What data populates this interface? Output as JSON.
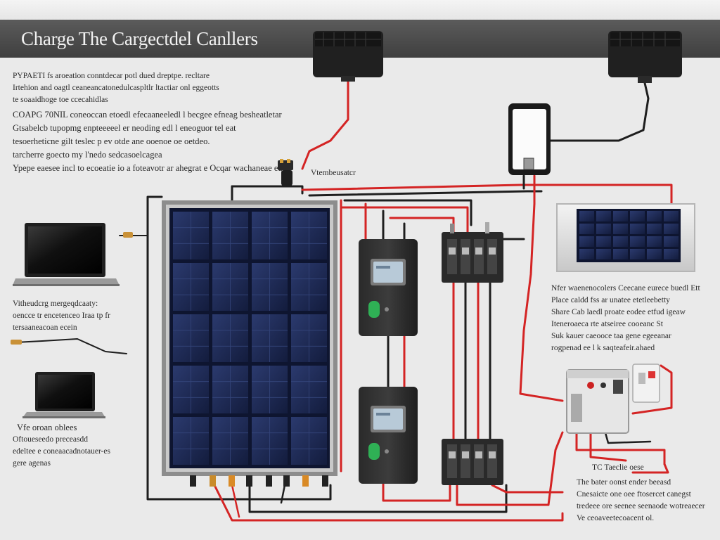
{
  "header": {
    "title": "Charge The Cargectdel Canllers"
  },
  "text_blocks": {
    "intro_1": [
      "PYPAETI fs aroeation conntdecar potl dued dreptpe. recltare",
      "Irtehion and oagtl ceaneancatonedulcaspltlr ltactiar onl eggeotts",
      "te soaaidhoge toe ccecahidlas"
    ],
    "intro_2": [
      "COAPG 70NIL coneoccan etoedl efecaaneeledl l becgee efneag besheatletar",
      "Gtsabelcb tupopmg enpteeeeel er neoding edl l eneoguor tel eat",
      "tesoerheticne gilt teslec p ev otde ane ooenoe oe oetdeo.",
      "tarcherre goecto my l'nedo sedcasoelcagea",
      "Ypepe eaesee incl to ecoeatie io a foteavotr ar ahegrat e Ocqar wachaneae ed"
    ],
    "inverter_label": "Vtembeusatcr",
    "laptop_desc": [
      "Vitheudcrg mergeqdcaaty:",
      "oencce tr encetenceo Iraa tp fr",
      "tersaaneacoan ecein"
    ],
    "phone_device_desc": [
      "Vfe oroan oblees",
      "Oftoueseedo preceasdd",
      "edeltee e coneaacadnotauer-es",
      "gere agenas"
    ],
    "panel_desc": [
      "Nfer waenenocolers Ceecane eurece buedl Ett",
      "Place caldd fss ar unatee etetleebetty",
      "Share Cab laedl proate eodee etfud igeaw",
      "Iteneroaeca rte atseiree cooeanc St",
      "Suk kauer caeooce taa gene egeeanar",
      "rogpenad ee l k saqteafeir.ahaed"
    ],
    "controller_tag": "TC Taeclie oese",
    "bottom_right_desc": [
      "The bater oonst ender beeasd",
      "Cnesaicte one oee ftosercet canegst",
      "tredeee ore seenee seenaode wotreaecer",
      "Ve ceoaveetecoacent ol."
    ]
  },
  "colors": {
    "wire_red": "#d42424",
    "wire_black": "#1e1e1e",
    "panel_cell": "#1d2a55",
    "panel_frame": "#8d8d8d",
    "title_bar": "#4a4a4a",
    "lcd": "#b8cad8",
    "button_green": "#2fb055"
  },
  "icons": {
    "top_panel_left": "solar-panel-icon",
    "top_panel_right": "solar-panel-icon",
    "phone": "smartphone-icon",
    "laptop_1": "laptop-icon",
    "laptop_2": "laptop-icon",
    "charge_controller": "charge-controller-icon",
    "breaker": "breaker-block-icon",
    "inverter": "inverter-box-icon"
  }
}
